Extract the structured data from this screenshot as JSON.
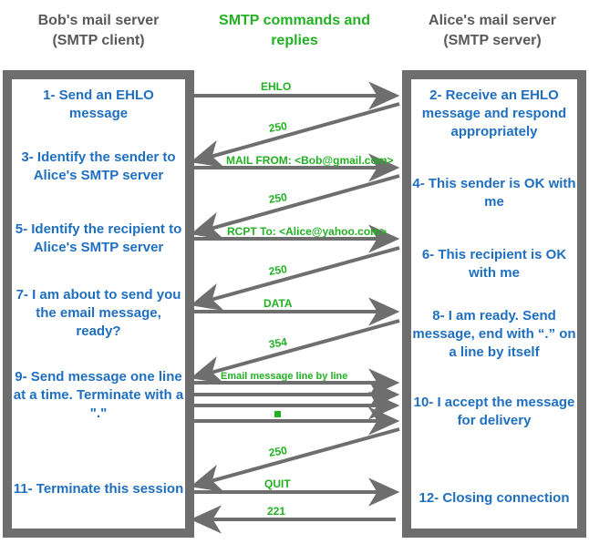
{
  "title": "SMTP commands and replies sequence diagram",
  "headers": {
    "left": "Bob's mail server\n(SMTP client)",
    "left_line1": "Bob's mail server",
    "left_line2": "(SMTP client)",
    "middle_line1": "SMTP commands and",
    "middle_line2": "replies",
    "right_line1": "Alice's mail server",
    "right_line2": "(SMTP server)"
  },
  "colors": {
    "green": "#22b123",
    "blue": "#1f6fc0",
    "gray_text": "#595959",
    "arrow_gray": "#6e6e6e",
    "panel_border": "#6e6e6e"
  },
  "client_steps": [
    {
      "id": "step-1",
      "text": "1- Send an EHLO message"
    },
    {
      "id": "step-3",
      "text": "3- Identify the sender to Alice's SMTP server"
    },
    {
      "id": "step-5",
      "text": "5- Identify\nthe recipient to Alice's SMTP server"
    },
    {
      "id": "step-7",
      "text": "7- I am about to send you the email message, ready?"
    },
    {
      "id": "step-9",
      "text": "9- Send message one line at a time. Terminate with a \".\""
    },
    {
      "id": "step-11",
      "text": "11- Terminate this session"
    }
  ],
  "server_steps": [
    {
      "id": "step-2",
      "text": "2- Receive an EHLO message and respond appropriately"
    },
    {
      "id": "step-4",
      "text": "4- This sender is OK with me"
    },
    {
      "id": "step-6",
      "text": "6- This recipient is OK with me"
    },
    {
      "id": "step-8",
      "text": "8-  I am ready. Send message, end with “.” on a line by itself"
    },
    {
      "id": "step-10",
      "text": "10-  I accept the message for delivery"
    },
    {
      "id": "step-12",
      "text": "12-  Closing connection"
    }
  ],
  "messages": [
    {
      "id": "msg-ehlo",
      "label": "EHLO",
      "direction": "client-to-server"
    },
    {
      "id": "msg-250-a",
      "label": "250",
      "direction": "server-to-client"
    },
    {
      "id": "msg-mail-from",
      "label": "MAIL FROM: <Bob@gmail.com>",
      "direction": "client-to-server"
    },
    {
      "id": "msg-250-b",
      "label": "250",
      "direction": "server-to-client"
    },
    {
      "id": "msg-rcpt-to",
      "label": "RCPT To: <Alice@yahoo.com>",
      "direction": "client-to-server"
    },
    {
      "id": "msg-250-c",
      "label": "250",
      "direction": "server-to-client"
    },
    {
      "id": "msg-data",
      "label": "DATA",
      "direction": "client-to-server"
    },
    {
      "id": "msg-354",
      "label": "354",
      "direction": "server-to-client"
    },
    {
      "id": "msg-body-1",
      "label": "Email message line by line",
      "direction": "client-to-server"
    },
    {
      "id": "msg-body-2",
      "label": "",
      "direction": "client-to-server"
    },
    {
      "id": "msg-body-3",
      "label": "",
      "direction": "client-to-server"
    },
    {
      "id": "msg-body-4",
      "label": "",
      "direction": "client-to-server",
      "marker": "."
    },
    {
      "id": "msg-250-d",
      "label": "250",
      "direction": "server-to-client"
    },
    {
      "id": "msg-quit",
      "label": "QUIT",
      "direction": "client-to-server"
    },
    {
      "id": "msg-221",
      "label": "221",
      "direction": "server-to-client"
    }
  ]
}
